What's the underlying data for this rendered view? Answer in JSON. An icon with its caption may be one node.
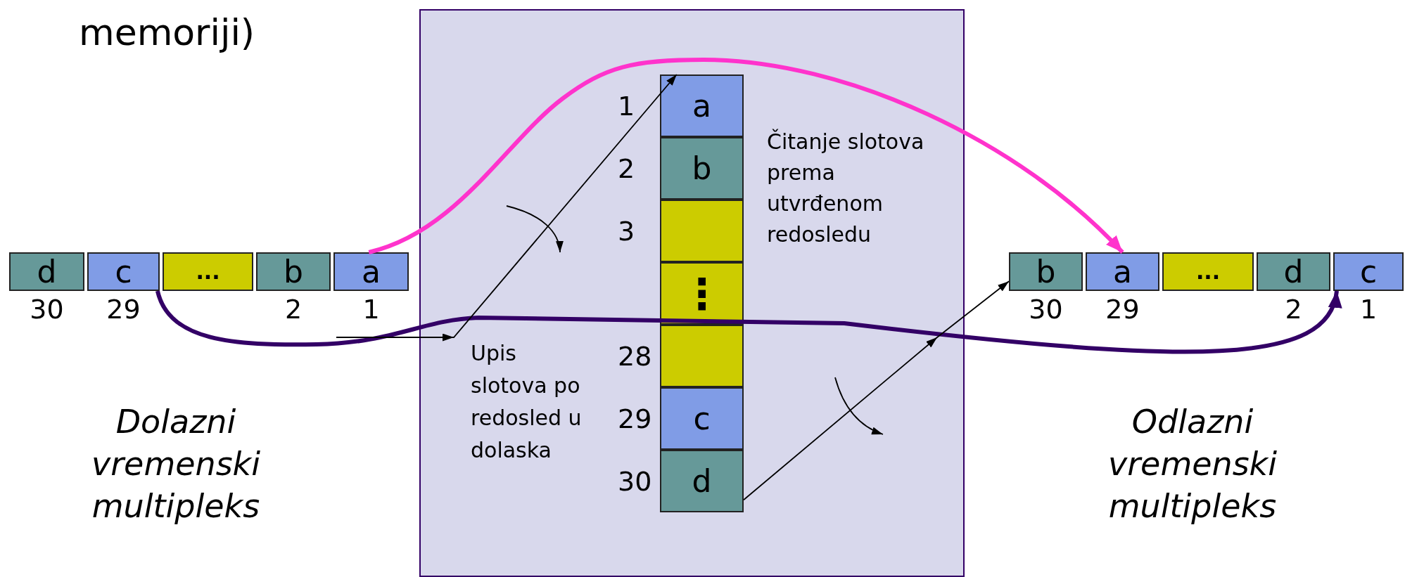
{
  "diagram": {
    "nodes": [
      {
        "text": [],
        "shape": "box"
      },
      {
        "text": [
          "a"
        ],
        "in": 0,
        "beside": [
          "1"
        ]
      },
      {
        "text": [
          "b"
        ],
        "in": 0,
        "beside": [
          "2"
        ]
      },
      {
        "text": [],
        "shape": "box",
        "in": 0,
        "beside": [
          "3"
        ]
      },
      {
        "text": [
          "⋮"
        ],
        "in": 0
      },
      {
        "text": [],
        "shape": "box",
        "in": 0,
        "beside": [
          "28"
        ]
      },
      {
        "text": [
          "c"
        ],
        "in": 0,
        "beside": [
          "29"
        ]
      },
      {
        "text": [
          "d"
        ],
        "in": 0,
        "beside": [
          "30"
        ]
      },
      {
        "text": [
          "d"
        ],
        "beside": [
          "30"
        ]
      },
      {
        "text": [
          "c"
        ],
        "beside": [
          "29"
        ]
      },
      {
        "text": [
          "..."
        ]
      },
      {
        "text": [
          "b"
        ],
        "beside": [
          "2"
        ]
      },
      {
        "text": [
          "a"
        ],
        "beside": [
          "1"
        ]
      },
      {
        "text": [
          "b"
        ],
        "beside": [
          "30"
        ]
      },
      {
        "text": [
          "a"
        ],
        "beside": [
          "29"
        ]
      },
      {
        "text": [
          "..."
        ]
      },
      {
        "text": [
          "d"
        ],
        "beside": [
          "2"
        ]
      },
      {
        "text": [
          "c"
        ],
        "beside": [
          "1"
        ]
      }
    ],
    "edges": [
      {
        "from": 12,
        "to": 14,
        "arrow": "to",
        "style": "thick",
        "color": "#ff33cc"
      },
      {
        "from": 9,
        "to": 17,
        "arrow": "to",
        "style": "thick",
        "color": "#330066"
      },
      {
        "from": null,
        "to": 1,
        "arrow": "to"
      },
      {
        "from": 7,
        "to": 13,
        "arrow": "to"
      }
    ],
    "labels": [
      "memoriji)",
      "Upis slotova po redosled u dolaska",
      "Čitanje slotova prema utvrđenom redosledu",
      "Dolazni vremenski multipleks",
      "Odlazni vremenski multipleks"
    ]
  }
}
